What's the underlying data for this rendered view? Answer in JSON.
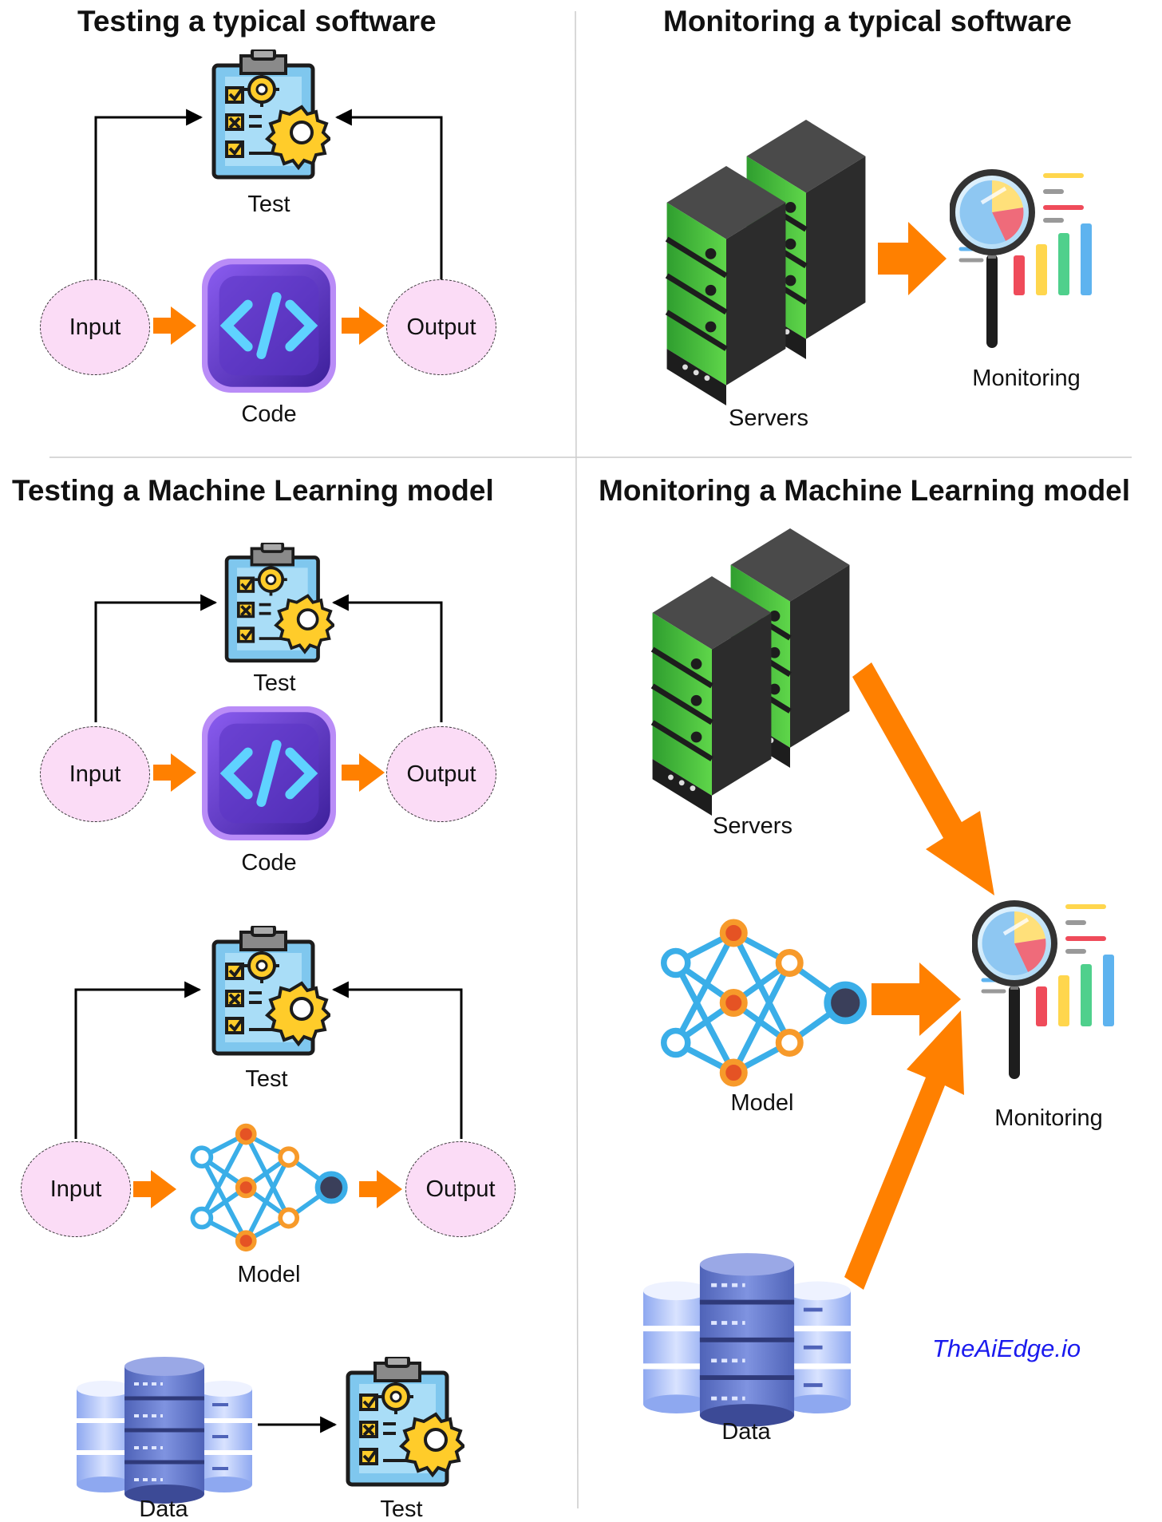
{
  "quadrants": {
    "testing_software": {
      "title": "Testing a typical software",
      "test_label": "Test",
      "input_label": "Input",
      "code_label": "Code",
      "output_label": "Output"
    },
    "monitoring_software": {
      "title": "Monitoring a typical software",
      "servers_label": "Servers",
      "monitoring_label": "Monitoring"
    },
    "testing_ml": {
      "title": "Testing a Machine Learning model",
      "code_block": {
        "test_label": "Test",
        "input_label": "Input",
        "code_label": "Code",
        "output_label": "Output"
      },
      "model_block": {
        "test_label": "Test",
        "input_label": "Input",
        "model_label": "Model",
        "output_label": "Output"
      },
      "data_block": {
        "data_label": "Data",
        "test_label": "Test"
      }
    },
    "monitoring_ml": {
      "title": "Monitoring a Machine Learning model",
      "servers_label": "Servers",
      "model_label": "Model",
      "data_label": "Data",
      "monitoring_label": "Monitoring"
    }
  },
  "brand": "TheAiEdge.io",
  "colors": {
    "arrow": "#ff8000",
    "ellipse_fill": "#fbdcf6",
    "server_green": "#3fbd3c",
    "code_purple": "#6a3fd0",
    "brand_blue": "#1a1aee"
  },
  "icons": [
    "clipboard-test-icon",
    "code-icon",
    "server-icon",
    "magnifier-chart-icon",
    "neural-network-icon",
    "database-icon"
  ]
}
